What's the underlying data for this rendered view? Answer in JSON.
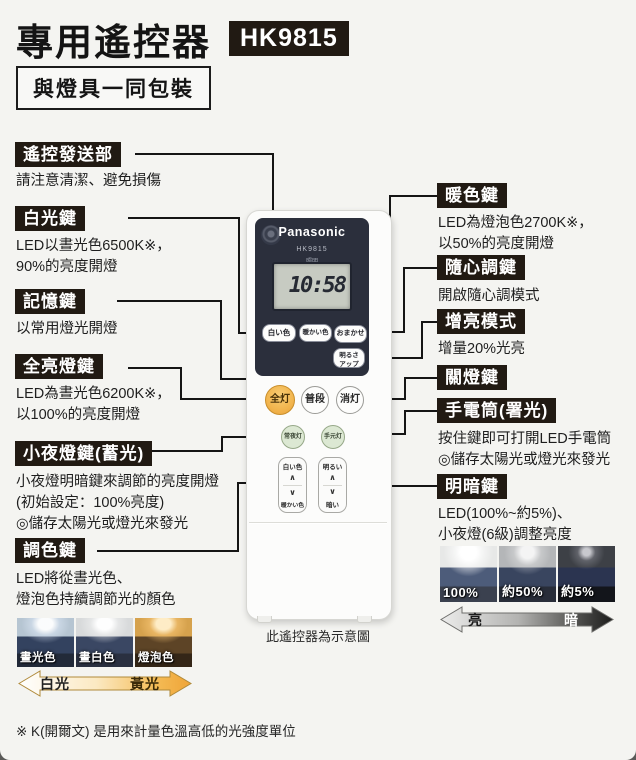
{
  "header": {
    "title": "專用遙控器",
    "model": "HK9815",
    "packaging_note": "與燈具一同包裝"
  },
  "callouts_left": [
    {
      "label": "遙控發送部",
      "desc": [
        "請注意清潔、避免損傷"
      ]
    },
    {
      "label": "白光鍵",
      "desc": [
        "LED以晝光色6500K※，",
        "90%的亮度開燈"
      ]
    },
    {
      "label": "記憶鍵",
      "desc": [
        "以常用燈光開燈"
      ]
    },
    {
      "label": "全亮燈鍵",
      "desc": [
        "LED為晝光色6200K※，",
        "以100%的亮度開燈"
      ]
    },
    {
      "label": "小夜燈鍵(蓄光)",
      "desc": [
        "小夜燈明暗鍵來調節的亮度開燈",
        "(初始設定：100%亮度)",
        "◎儲存太陽光或燈光來發光"
      ]
    },
    {
      "label": "調色鍵",
      "desc": [
        "LED將從晝光色、",
        "燈泡色持續調節光的顏色"
      ]
    }
  ],
  "callouts_right": [
    {
      "label": "暖色鍵",
      "desc": [
        "LED為燈泡色2700K※，",
        "以50%的亮度開燈"
      ]
    },
    {
      "label": "隨心調鍵",
      "desc": [
        "開啟隨心調模式"
      ]
    },
    {
      "label": "增亮模式",
      "desc": [
        "增量20%光亮"
      ]
    },
    {
      "label": "關燈鍵",
      "desc": []
    },
    {
      "label": "手電筒(署光)",
      "desc": [
        "按住鍵即可打開LED手電筒",
        "◎儲存太陽光或燈光來發光"
      ]
    },
    {
      "label": "明暗鍵",
      "desc": [
        "LED(100%~約5%)、",
        "小夜燈(6級)調整亮度"
      ]
    }
  ],
  "remote": {
    "brand": "Panasonic",
    "model_label": "HK9815",
    "category_label": "照明",
    "clock": "10:58",
    "btn_white": "白い色",
    "btn_warm": "暖かい色",
    "btn_auto": "おまかせ",
    "btn_brightup_line1": "明るさ",
    "btn_brightup_line2": "アップ",
    "btn_all_on": "全灯",
    "btn_normal": "普段",
    "btn_off": "消灯",
    "btn_nightlight": "常夜灯",
    "btn_handlight": "手元灯",
    "rocker_color_top": "白い色",
    "rocker_color_bottom": "暖かい色",
    "rocker_bright_top": "明るい",
    "rocker_bright_bottom": "暗い",
    "chevron_up": "∧",
    "chevron_down": "∨",
    "caption": "此遙控器為示意圖"
  },
  "color_scale": {
    "thumbs": [
      "晝光色",
      "晝白色",
      "燈泡色"
    ],
    "left_label": "白光",
    "right_label": "黃光"
  },
  "brightness_scale": {
    "thumbs": [
      "100%",
      "約50%",
      "約5%"
    ],
    "left_label": "亮",
    "right_label": "暗"
  },
  "footnote": "※ K(開爾文) 是用來計量色溫高低的光強度單位",
  "colors": {
    "callout_box": "#211a13",
    "remote_panel": "#2b2f3c",
    "all_on_button": "#f2b54e",
    "green_button": "#dce8d3",
    "lcd": "#c7cbc2",
    "warm_arrow_end": "#f0a93a"
  }
}
